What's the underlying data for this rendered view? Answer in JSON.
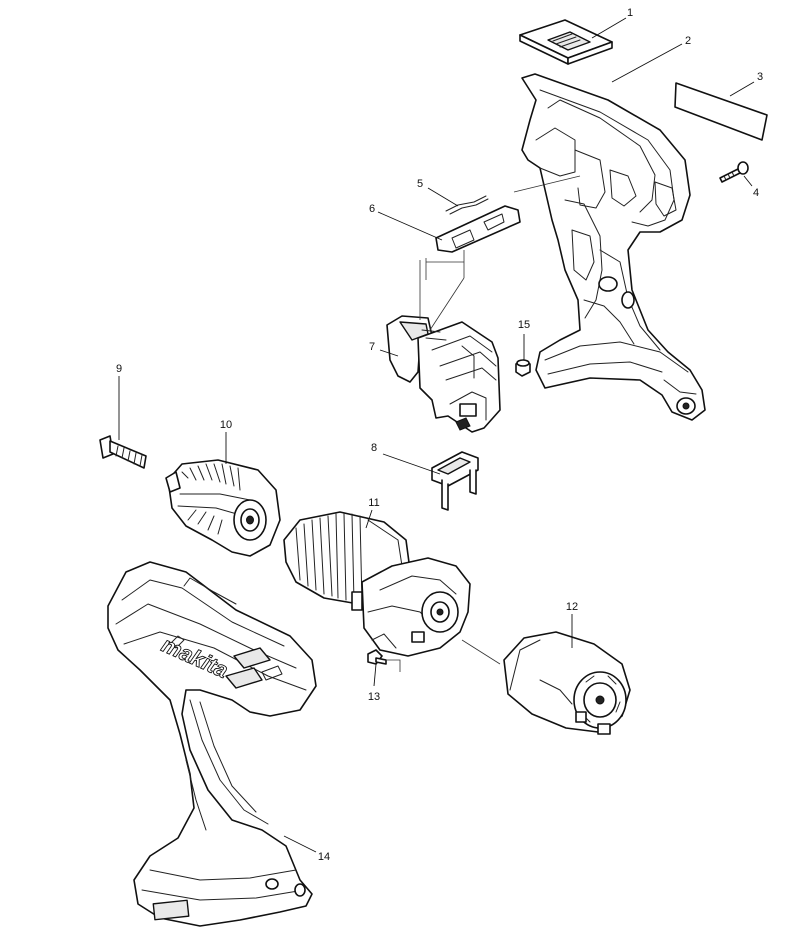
{
  "diagram": {
    "brand_text": "makita",
    "callouts": [
      {
        "id": "1",
        "label": "1"
      },
      {
        "id": "2",
        "label": "2"
      },
      {
        "id": "3",
        "label": "3"
      },
      {
        "id": "4",
        "label": "4"
      },
      {
        "id": "5",
        "label": "5"
      },
      {
        "id": "6",
        "label": "6"
      },
      {
        "id": "7",
        "label": "7"
      },
      {
        "id": "8",
        "label": "8"
      },
      {
        "id": "9",
        "label": "9"
      },
      {
        "id": "10",
        "label": "10"
      },
      {
        "id": "11",
        "label": "11"
      },
      {
        "id": "12",
        "label": "12"
      },
      {
        "id": "13",
        "label": "13"
      },
      {
        "id": "14",
        "label": "14"
      },
      {
        "id": "15",
        "label": "15"
      }
    ]
  }
}
